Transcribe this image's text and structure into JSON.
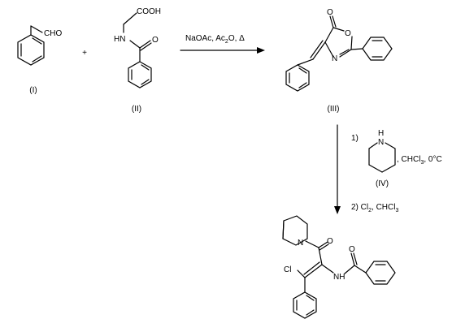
{
  "labels": {
    "cmpd1": "(I)",
    "cmpd2": "(II)",
    "cmpd3": "(III)",
    "cmpd4": "(IV)",
    "plus": "+",
    "cho": "CHO",
    "cooh": "COOH",
    "nh": "HN",
    "o_lactone": "O",
    "o_ring": "O",
    "n_ring": "N",
    "piperidine_nh": "N",
    "h": "H",
    "cl": "Cl",
    "amide_nh": "NH",
    "amide_n": "N",
    "o_ketone": "O",
    "o_benzamide": "O",
    "o_glycine": "O"
  },
  "reaction1": {
    "reagents": [
      "NaOAc, Ac",
      "2",
      "O, Δ"
    ]
  },
  "reaction2": {
    "step1_num": "1)",
    "step1_tail": [
      ", CHCl",
      "3",
      ", 0°C"
    ],
    "step2": [
      "2) Cl",
      "2",
      ", CHCl",
      "3"
    ]
  }
}
